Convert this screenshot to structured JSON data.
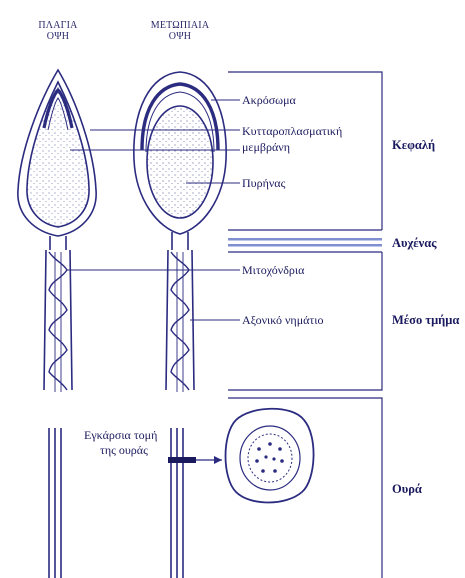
{
  "views": {
    "lateral": [
      "ΠΛΑΓΙΑ",
      "ΟΨΗ"
    ],
    "frontal": [
      "ΜΕΤΩΠΙΑΙΑ",
      "ΟΨΗ"
    ]
  },
  "labels": {
    "acrosome": "Ακρόσωμα",
    "membrane_line1": "Κυτταροπλασματική",
    "membrane_line2": "μεμβράνη",
    "nucleus": "Πυρήνας",
    "mitochondria": "Μιτοχόνδρια",
    "axoneme": "Αξονικό νημάτιο",
    "cross_section_line1": "Εγκάρσια τομή",
    "cross_section_line2": "της ουράς"
  },
  "sections": {
    "head": "Κεφαλή",
    "neck": "Αυχένας",
    "midpiece": "Μέσο τμήμα",
    "tail": "Ουρά"
  },
  "colors": {
    "ink": "#1a1a5e",
    "line": "#2b2b80",
    "neck_band": "#7f8fd0"
  }
}
